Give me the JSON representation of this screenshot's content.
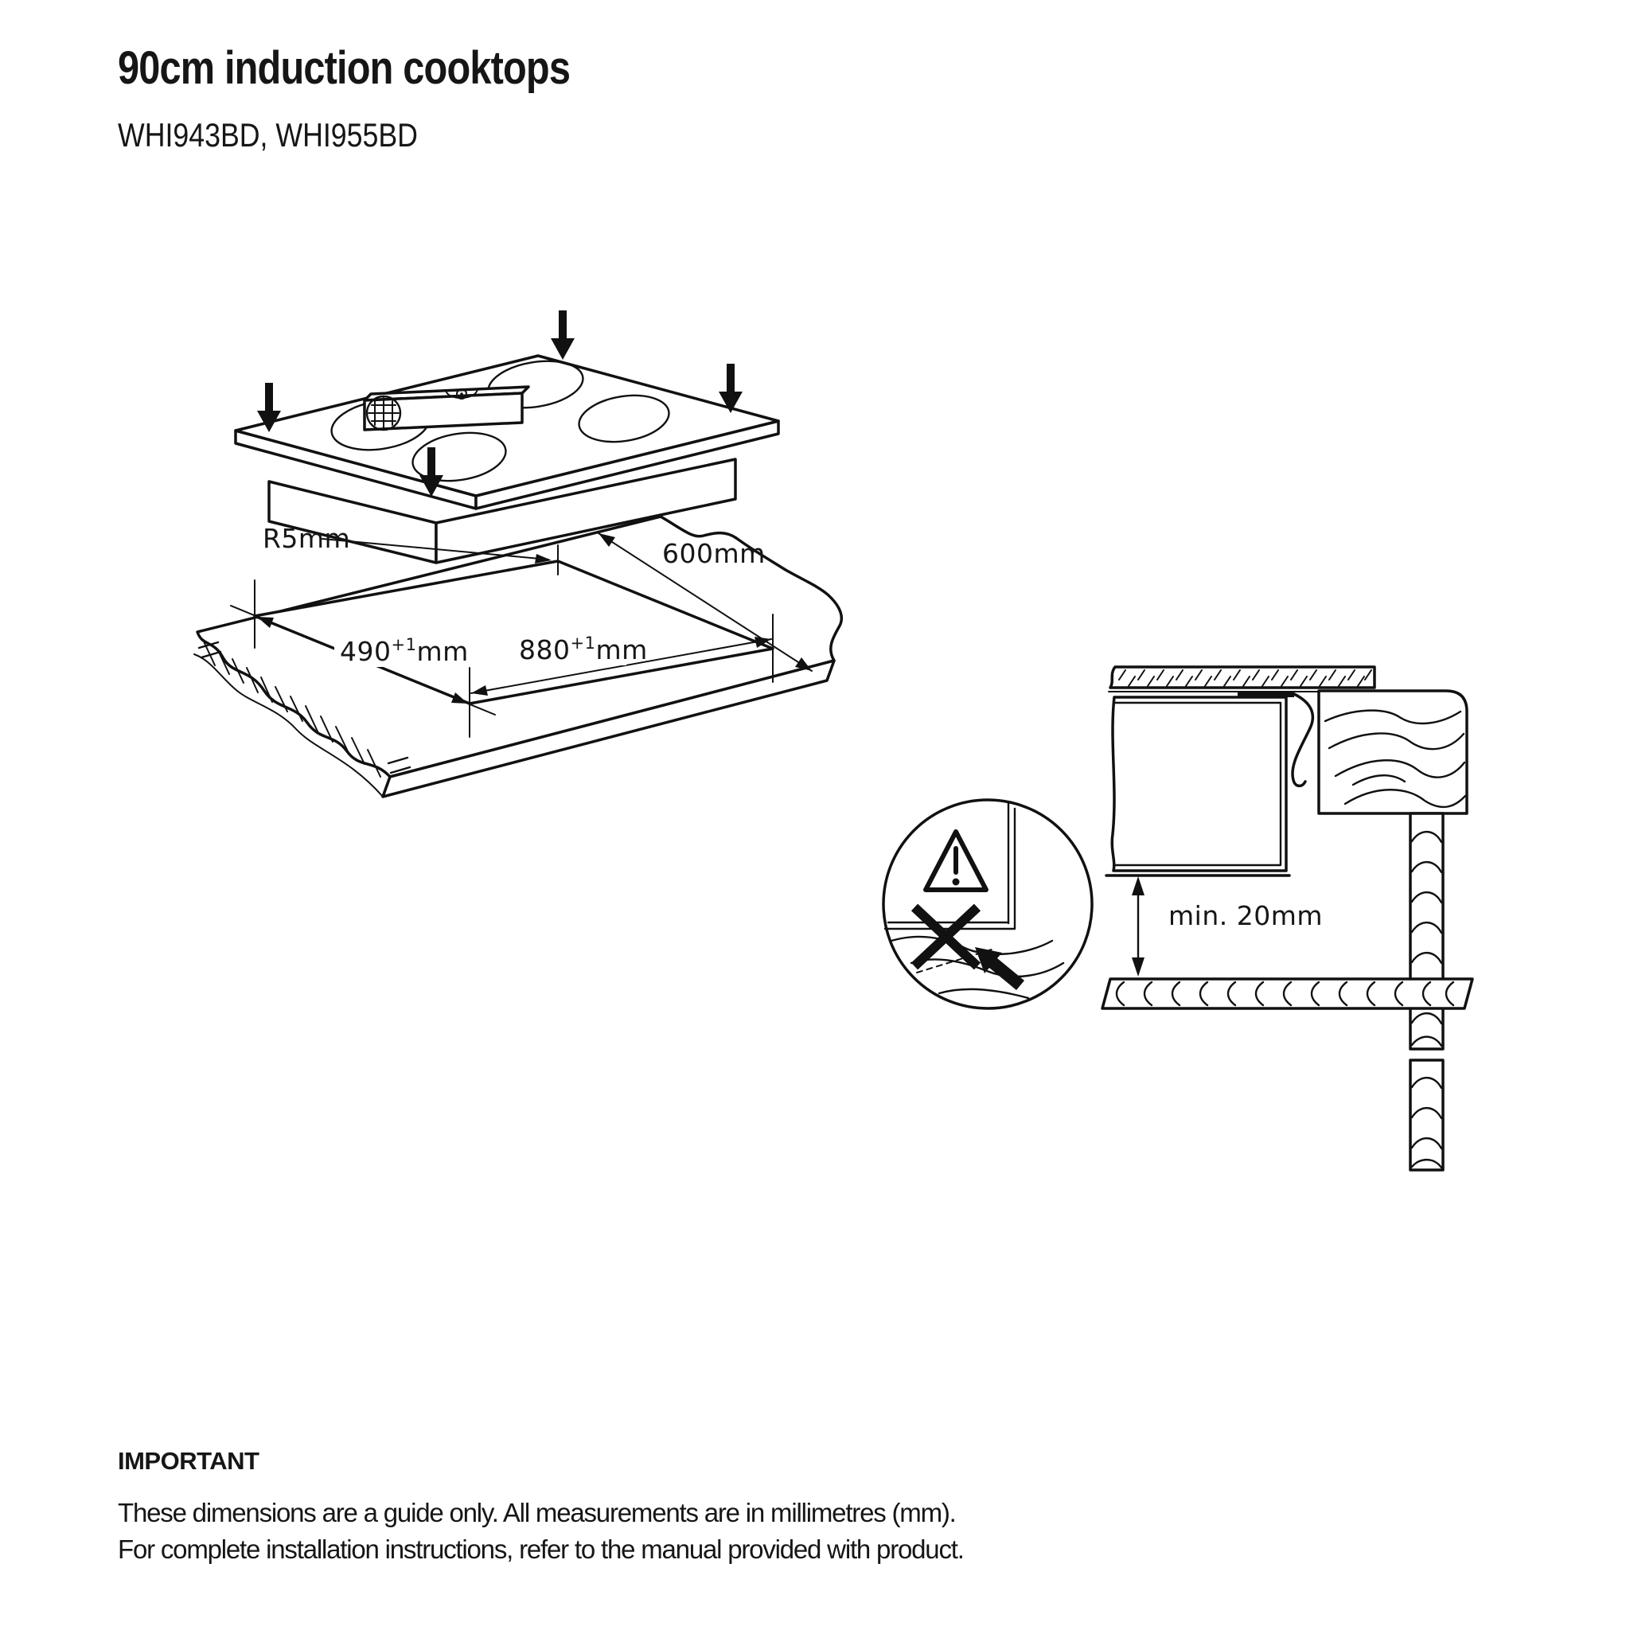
{
  "header": {
    "title": "90cm induction cooktops",
    "models": "WHI943BD, WHI955BD"
  },
  "cutout_diagram": {
    "corner_radius_label": "R5mm",
    "counter_depth_label": "600mm",
    "cutout_depth": {
      "value": "490",
      "tolerance": "+1",
      "unit": "mm"
    },
    "cutout_width": {
      "value": "880",
      "tolerance": "+1",
      "unit": "mm"
    }
  },
  "clearance_diagram": {
    "min_clearance_label": "min. 20mm"
  },
  "footer": {
    "heading": "IMPORTANT",
    "note_line1": "These dimensions are a guide only. All measurements are in millimetres (mm).",
    "note_line2": "For complete installation instructions, refer to the manual provided with product."
  }
}
